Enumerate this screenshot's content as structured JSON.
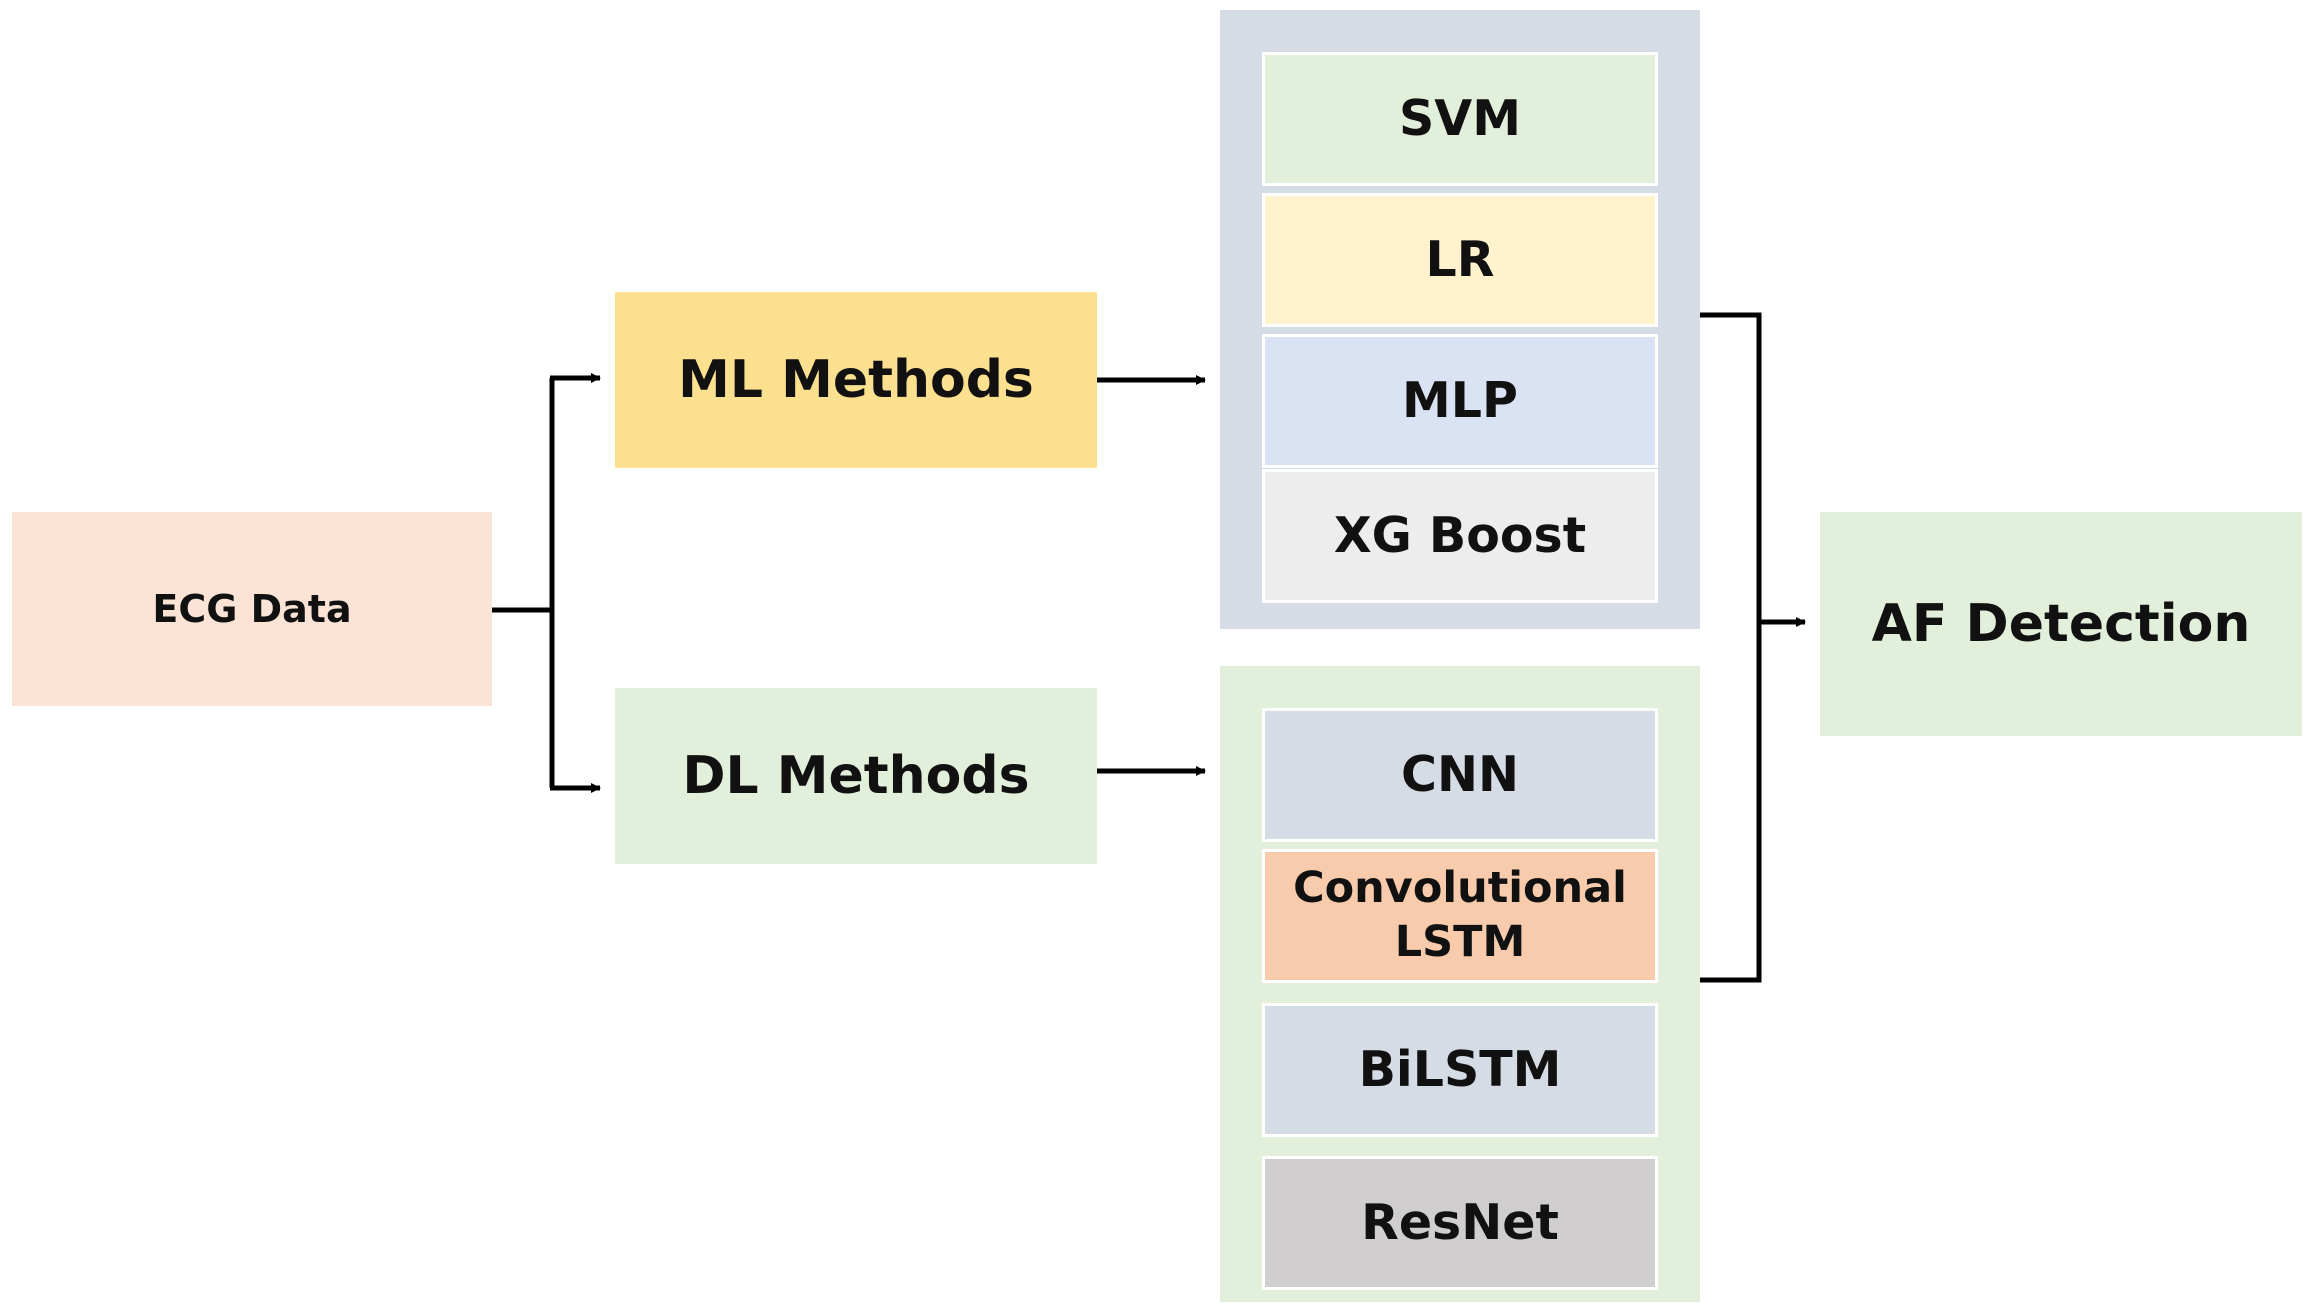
{
  "colors": {
    "ecg": "#FBE3D6",
    "ml": "#FBE08F",
    "dl": "#E2EFDA",
    "ml_group": "#D6DCE5",
    "dl_group": "#E2EFDA",
    "svm": "#E2EFDA",
    "lr": "#FFF2CC",
    "mlp": "#DAE3F3",
    "xgboost": "#EDEDED",
    "cnn": "#D6DCE5",
    "convlstm": "#F8CBAD",
    "bilstm": "#D6DCE5",
    "resnet": "#D0CECE",
    "af": "#E2EFDA",
    "line": "#000000"
  },
  "nodes": {
    "ecg": "ECG Data",
    "ml_methods": "ML Methods",
    "dl_methods": "DL Methods",
    "af_detection": "AF Detection"
  },
  "ml_models": [
    "SVM",
    "LR",
    "MLP",
    "XG Boost"
  ],
  "dl_models": [
    "CNN",
    "Convolutional\nLSTM",
    "BiLSTM",
    "ResNet"
  ]
}
